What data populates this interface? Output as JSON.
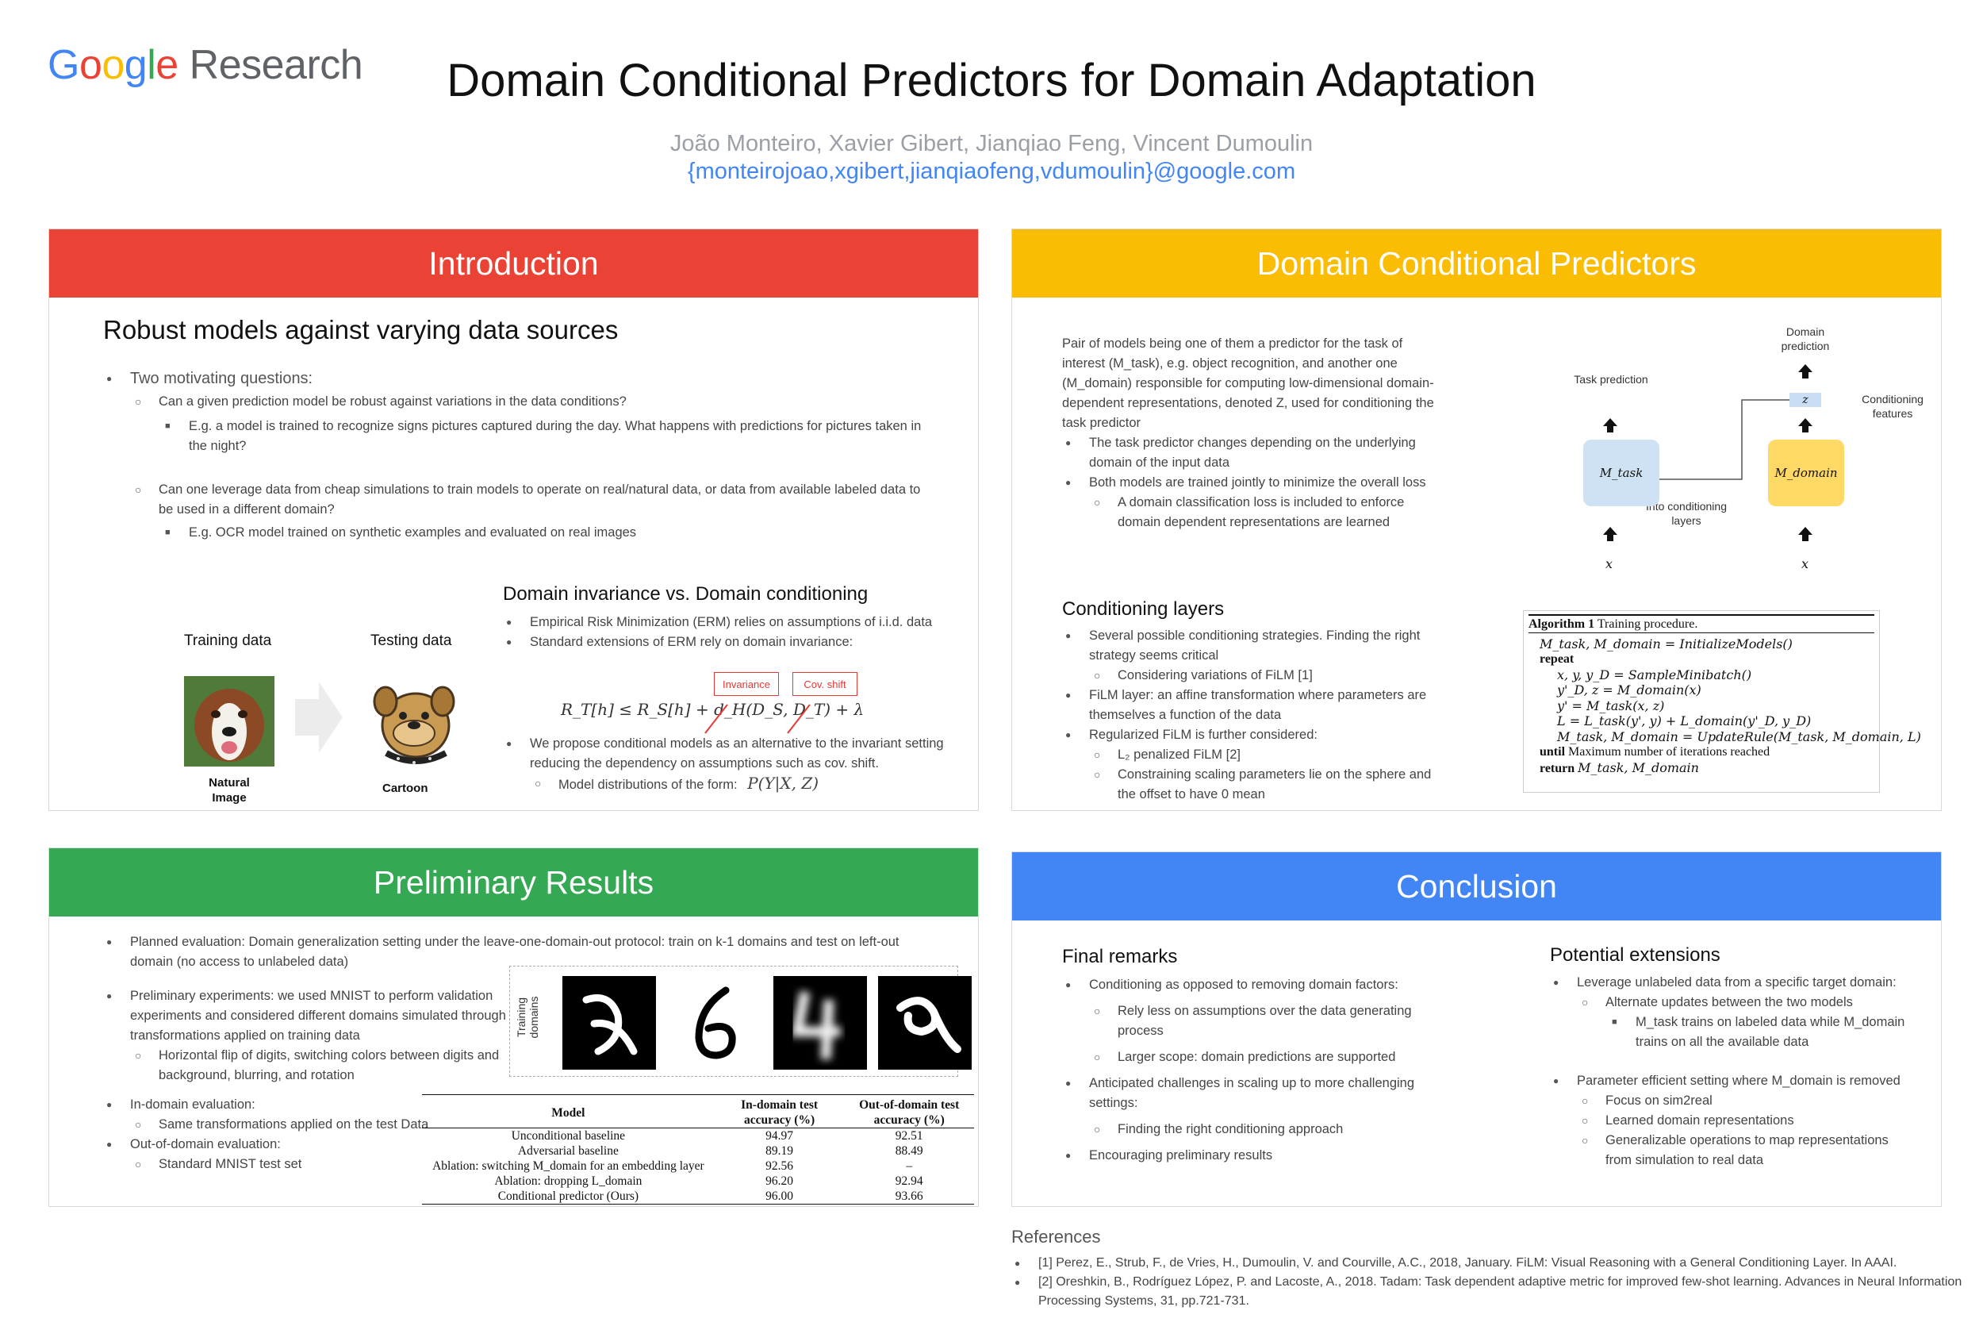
{
  "logo": {
    "google": "Google",
    "research": "Research"
  },
  "title": "Domain Conditional Predictors for Domain Adaptation",
  "authors": "João Monteiro, Xavier Gibert, Jianqiao Feng, Vincent Dumoulin",
  "emails": "{monteirojoao,xgibert,jianqiaofeng,vdumoulin}@google.com",
  "colors": {
    "red": "#ea4335",
    "yellow": "#fbbc04",
    "green": "#34a853",
    "blue": "#4285f4"
  },
  "intro": {
    "header": "Introduction",
    "subtitle": "Robust models against varying data sources",
    "q_head": "Two motivating questions:",
    "q1": "Can a given prediction model be robust against variations in the data conditions?",
    "q1_ex": "E.g. a model is trained to recognize signs pictures captured during the day. What happens with predictions for pictures taken in the night?",
    "q2": "Can one leverage data from cheap simulations to train models to operate on real/natural data, or data from available labeled data to be used in a different domain?",
    "q2_ex": "E.g. OCR model trained on synthetic examples and evaluated on real images",
    "training_label": "Training data",
    "testing_label": "Testing data",
    "natural_label": "Natural Image",
    "cartoon_label": "Cartoon",
    "dc_title": "Domain invariance vs. Domain conditioning",
    "dc_b1": "Empirical Risk Minimization (ERM) relies on assumptions of i.i.d. data",
    "dc_b2": "Standard extensions of ERM rely on domain invariance:",
    "formula": "R_T[h] ≤ R_S[h] + d_H(D_S, D_T) + λ",
    "invariance": "Invariance",
    "cov_shift": "Cov. shift",
    "dc_b3": "We propose conditional models as an alternative to the invariant setting reducing the dependency on assumptions such as cov. shift.",
    "dc_b3a": "Model distributions of the form:",
    "dc_formula": "P(Y|X, Z)"
  },
  "dcp": {
    "header": "Domain Conditional Predictors",
    "p1": "Pair of models being one of them a predictor for the task of interest (M_task), e.g. object recognition, and another one (M_domain) responsible for computing low-dimensional domain-dependent representations, denoted Z, used for conditioning the task predictor",
    "b1": "The task predictor changes depending on the underlying domain of the input data",
    "b2": "Both models are trained jointly to minimize the overall loss",
    "b2a": "A domain classification loss is included to enforce domain dependent representations are learned",
    "cond_title": "Conditioning layers",
    "c1": "Several possible conditioning strategies. Finding the right strategy seems critical",
    "c1a": "Considering variations of FiLM [1]",
    "c2": "FiLM layer: an affine transformation where parameters are themselves a function of the data",
    "c3": "Regularized FiLM is further considered:",
    "c3a": "L₂ penalized FiLM [2]",
    "c3b": "Constraining scaling parameters lie on the sphere and the offset to have 0 mean",
    "diag": {
      "task_pred": "Task prediction",
      "domain_pred": "Domain prediction",
      "cond_feat": "Conditioning features",
      "into_cond": "Into conditioning layers",
      "z": "z",
      "m_task": "M_task",
      "m_domain": "M_domain",
      "x": "x"
    },
    "algo": {
      "title": "Algorithm 1",
      "title_rest": "Training procedure.",
      "l1": "M_task, M_domain = InitializeModels()",
      "l2": "repeat",
      "l3": "x, y, y_D = SampleMinibatch()",
      "l4": "y'_D, z = M_domain(x)",
      "l5": "y' = M_task(x, z)",
      "l6": "L = L_task(y', y) + L_domain(y'_D, y_D)",
      "l7": "M_task, M_domain = UpdateRule(M_task, M_domain, L)",
      "l8_kw": "until",
      "l8": "Maximum number of iterations reached",
      "l9_kw": "return",
      "l9": "M_task, M_domain"
    }
  },
  "prelim": {
    "header": "Preliminary Results",
    "b1": "Planned evaluation: Domain generalization setting under the leave-one-domain-out protocol: train on k-1 domains and test on left-out domain (no access to unlabeled data)",
    "b2": "Preliminary experiments: we used MNIST to perform validation experiments and considered different domains simulated through transformations applied on training data",
    "b2a": "Horizontal flip of digits, switching colors between digits and background, blurring, and rotation",
    "b3": "In-domain evaluation:",
    "b3a": "Same transformations applied on the test Data",
    "b4": "Out-of-domain evaluation:",
    "b4a": "Standard MNIST test set",
    "training_domains": "Training domains",
    "table": {
      "h_model": "Model",
      "h_in": "In-domain test accuracy (%)",
      "h_out": "Out-of-domain test accuracy (%)",
      "rows": [
        {
          "model": "Unconditional baseline",
          "in": "94.97",
          "out": "92.51"
        },
        {
          "model": "Adversarial baseline",
          "in": "89.19",
          "out": "88.49"
        },
        {
          "model": "Ablation: switching M_domain for an embedding layer",
          "in": "92.56",
          "out": "–"
        },
        {
          "model": "Ablation: dropping L_domain",
          "in": "96.20",
          "out": "92.94"
        },
        {
          "model": "Conditional predictor (Ours)",
          "in": "96.00",
          "out": "93.66"
        }
      ]
    }
  },
  "concl": {
    "header": "Conclusion",
    "fr_title": "Final remarks",
    "fr1": "Conditioning as opposed to removing domain factors:",
    "fr1a": "Rely less on assumptions over the data generating process",
    "fr1b": "Larger scope: domain predictions are supported",
    "fr2": "Anticipated challenges in scaling up to more challenging settings:",
    "fr2a": "Finding the right conditioning approach",
    "fr3": "Encouraging preliminary results",
    "pe_title": "Potential extensions",
    "pe1": "Leverage unlabeled data from a specific target domain:",
    "pe1a": "Alternate updates between the two models",
    "pe1b": "M_task trains on labeled data while M_domain trains on all the available data",
    "pe2": "Parameter efficient setting where M_domain is removed",
    "pe2a": "Focus on sim2real",
    "pe2b": "Learned domain representations",
    "pe2c": "Generalizable operations to map representations from simulation to real data"
  },
  "refs": {
    "title": "References",
    "r1": "[1] Perez, E., Strub, F., de Vries, H., Dumoulin, V. and Courville, A.C., 2018, January. FiLM: Visual Reasoning with a General Conditioning Layer. In AAAI.",
    "r2": "[2] Oreshkin, B., Rodríguez López, P. and Lacoste, A., 2018. Tadam: Task dependent adaptive metric for improved few-shot learning. Advances in Neural Information Processing Systems, 31, pp.721-731."
  }
}
